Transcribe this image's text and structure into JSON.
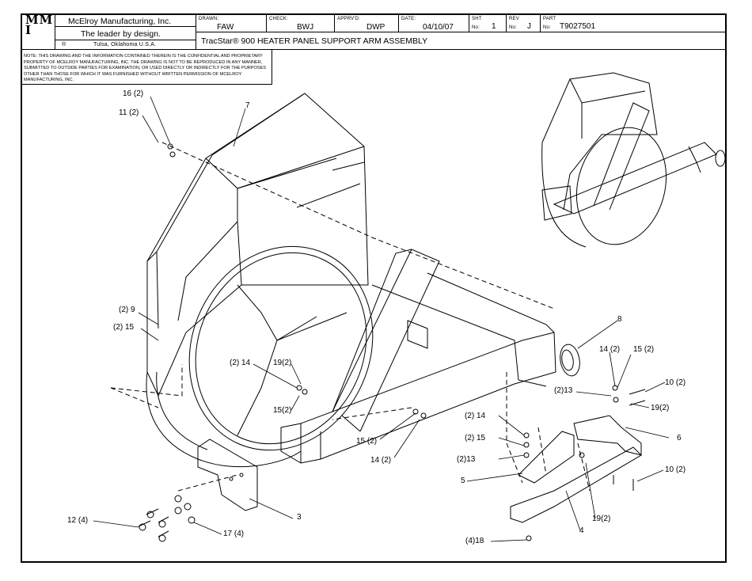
{
  "title_block": {
    "logo_text": "MMI",
    "company": "McElroy Manufacturing, Inc.",
    "slogan": "The leader by design.",
    "location": "Tulsa, Oklahoma U.S.A.",
    "registered_mark": "®",
    "drawn_label": "DRAWN:",
    "drawn_value": "FAW",
    "check_label": "CHECK:",
    "check_value": "BWJ",
    "apprvd_label": "APPRV'D:",
    "apprvd_value": "DWP",
    "date_label": "DATE:",
    "date_value": "04/10/07",
    "sht_label": "SHT",
    "sht_no_label": "No:",
    "sht_value": "1",
    "rev_label": "REV",
    "rev_no_label": "No:",
    "rev_value": "J",
    "part_label": "PART",
    "part_no_label": "No:",
    "part_value": "T9027501",
    "drawing_title": "TracStar® 900 HEATER PANEL SUPPORT ARM ASSEMBLY"
  },
  "note": "NOTE: THIS DRAWING AND THE INFORMATION CONTAINED THEREIN IS THE CONFIDENTIAL AND PROPRIETARY PROPERTY OF McElroy Manufacturing, Inc. THE DRAWING IS NOT TO BE REPRODUCED IN ANY MANNER, SUBMITTED TO OUTSIDE PARTIES FOR EXAMINATION, OR USED DIRECTLY OR INDIRECTLY FOR THE PURPOSES OTHER THAN THOSE FOR WHICH IT WAS FURNISHED WITHOUT WRITTEN PERMISSION OF McElroy Manufacturing, Inc.",
  "callouts": {
    "c16": "16 (2)",
    "c11": "11 (2)",
    "c7": "7",
    "c9": "(2) 9",
    "c15a": "(2) 15",
    "c14a": "(2) 14",
    "c19a": "19(2)",
    "c15b": "15(2)",
    "c15c": "15 (2)",
    "c14b": "14 (2)",
    "c8": "8",
    "c14c": "14 (2)",
    "c15d": "15 (2)",
    "c13a": "(2)13",
    "c10a": "10 (2)",
    "c19b": "19(2)",
    "c14d": "(2) 14",
    "c15e": "(2) 15",
    "c13b": "(2)13",
    "c6": "6",
    "c5": "5",
    "c10b": "10 (2)",
    "c19c": "19(2)",
    "c4": "4",
    "c3": "3",
    "c12": "12 (4)",
    "c17": "17 (4)",
    "c18": "(4)18"
  }
}
